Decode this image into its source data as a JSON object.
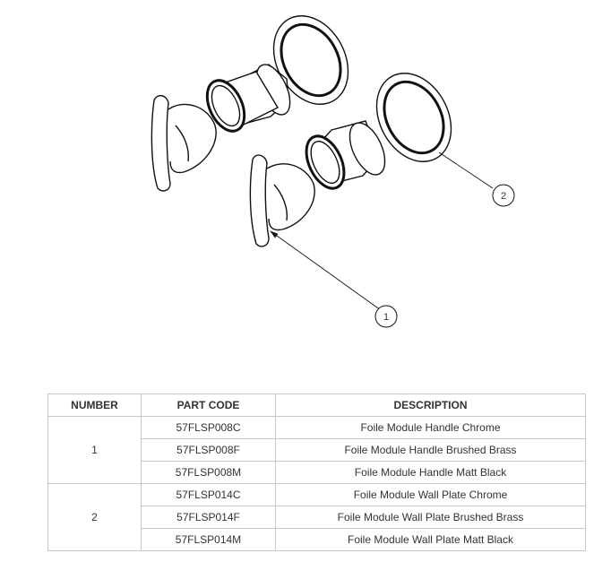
{
  "callouts": [
    {
      "label": "1"
    },
    {
      "label": "2"
    }
  ],
  "table": {
    "headers": [
      "NUMBER",
      "PART CODE",
      "DESCRIPTION"
    ],
    "groups": [
      {
        "number": "1",
        "rows": [
          {
            "code": "57FLSP008C",
            "description": "Foile Module Handle Chrome"
          },
          {
            "code": "57FLSP008F",
            "description": "Foile Module Handle Brushed Brass"
          },
          {
            "code": "57FLSP008M",
            "description": "Foile Module Handle Matt Black"
          }
        ]
      },
      {
        "number": "2",
        "rows": [
          {
            "code": "57FLSP014C",
            "description": "Foile Module Wall Plate Chrome"
          },
          {
            "code": "57FLSP014F",
            "description": "Foile Module Wall Plate Brushed Brass"
          },
          {
            "code": "57FLSP014M",
            "description": "Foile Module Wall Plate Matt Black"
          }
        ]
      }
    ]
  }
}
